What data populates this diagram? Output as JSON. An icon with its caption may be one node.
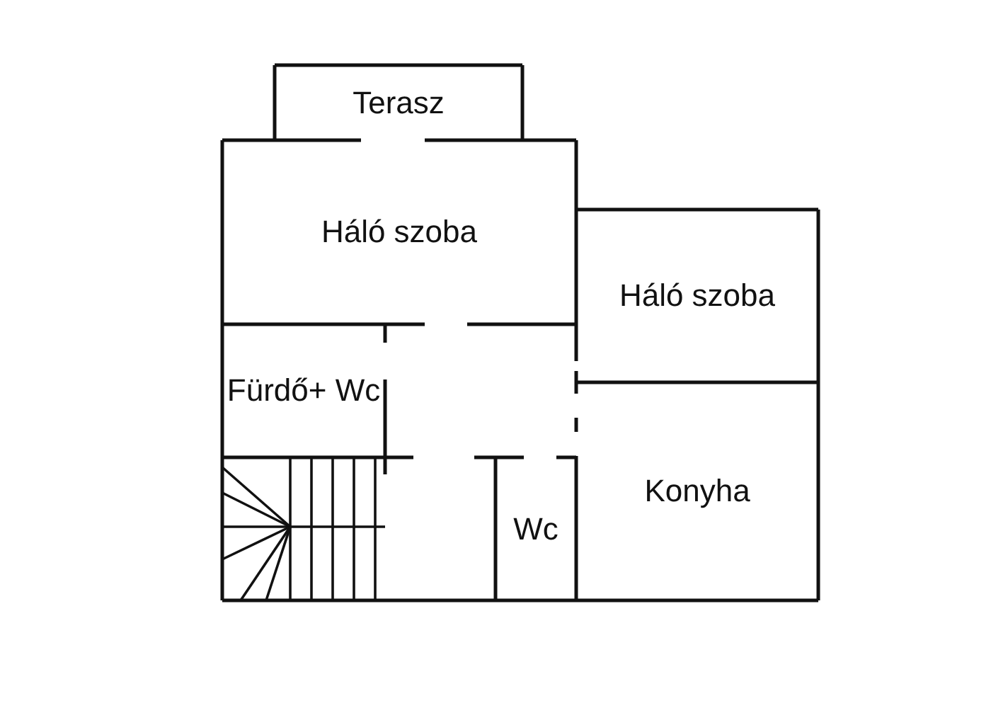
{
  "diagram": {
    "nodes": [
      {
        "text": [
          "Terasz"
        ]
      },
      {
        "text": [
          "Háló szoba"
        ]
      },
      {
        "text": [
          "Háló szoba"
        ]
      },
      {
        "text": [
          "Fürdő+ Wc"
        ]
      },
      {
        "text": [
          "Konyha"
        ]
      },
      {
        "text": [
          "Wc"
        ]
      }
    ]
  }
}
